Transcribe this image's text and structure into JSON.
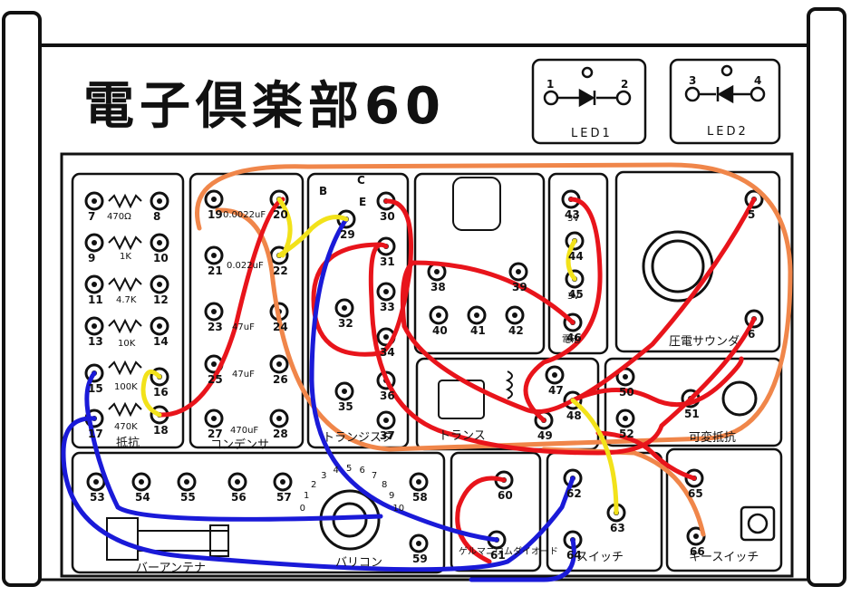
{
  "title": "電子倶楽部60",
  "led1": {
    "label": "LED1",
    "t1": "1",
    "t2": "2"
  },
  "led2": {
    "label": "LED2",
    "t1": "3",
    "t2": "4"
  },
  "sections": {
    "resistors": "抵抗",
    "capacitors": "コンデンサ",
    "transistors": "トランジスタ",
    "transformer": "トランス",
    "sounder": "圧電サウンダ",
    "variable_resistor": "可変抵抗",
    "antenna": "バーアンテナ",
    "variable_cap": "バリコン",
    "diode": "ゲルマニウムダイオード",
    "switch": "スイッチ",
    "key_switch": "キースイッチ",
    "battery": "電池"
  },
  "resistor_values": [
    "470Ω",
    "1K",
    "4.7K",
    "10K",
    "100K",
    "470K"
  ],
  "capacitor_values": [
    "0.0022uF",
    "0.022uF",
    "47uF",
    "47uF",
    "470uF"
  ],
  "battery_values": [
    "3V",
    "3V"
  ],
  "terminals": [
    {
      "n": "7"
    },
    {
      "n": "8"
    },
    {
      "n": "9"
    },
    {
      "n": "10"
    },
    {
      "n": "11"
    },
    {
      "n": "12"
    },
    {
      "n": "13"
    },
    {
      "n": "14"
    },
    {
      "n": "15"
    },
    {
      "n": "16"
    },
    {
      "n": "17"
    },
    {
      "n": "18"
    },
    {
      "n": "19"
    },
    {
      "n": "20"
    },
    {
      "n": "21"
    },
    {
      "n": "22"
    },
    {
      "n": "23"
    },
    {
      "n": "24"
    },
    {
      "n": "25"
    },
    {
      "n": "26"
    },
    {
      "n": "27"
    },
    {
      "n": "28"
    },
    {
      "n": "29"
    },
    {
      "n": "30"
    },
    {
      "n": "31"
    },
    {
      "n": "32"
    },
    {
      "n": "33"
    },
    {
      "n": "34"
    },
    {
      "n": "35"
    },
    {
      "n": "36"
    },
    {
      "n": "37"
    },
    {
      "n": "38"
    },
    {
      "n": "39"
    },
    {
      "n": "40"
    },
    {
      "n": "41"
    },
    {
      "n": "42"
    },
    {
      "n": "43"
    },
    {
      "n": "44"
    },
    {
      "n": "45"
    },
    {
      "n": "46"
    },
    {
      "n": "47"
    },
    {
      "n": "48"
    },
    {
      "n": "49"
    },
    {
      "n": "50"
    },
    {
      "n": "51"
    },
    {
      "n": "52"
    },
    {
      "n": "53"
    },
    {
      "n": "54"
    },
    {
      "n": "55"
    },
    {
      "n": "56"
    },
    {
      "n": "57"
    },
    {
      "n": "58"
    },
    {
      "n": "59"
    },
    {
      "n": "60"
    },
    {
      "n": "61"
    },
    {
      "n": "62"
    },
    {
      "n": "63"
    },
    {
      "n": "64"
    },
    {
      "n": "65"
    },
    {
      "n": "66"
    },
    {
      "n": "5"
    },
    {
      "n": "6"
    }
  ],
  "transistor_pins": [
    "B",
    "C",
    "E"
  ],
  "dial_numbers": [
    "0",
    "1",
    "2",
    "3",
    "4",
    "5",
    "6",
    "7",
    "8",
    "9",
    "10"
  ],
  "wire_colors": {
    "red": "#e8141b",
    "blue": "#1a1ad8",
    "yellow": "#f2e21a",
    "orange": "#f0864a"
  }
}
